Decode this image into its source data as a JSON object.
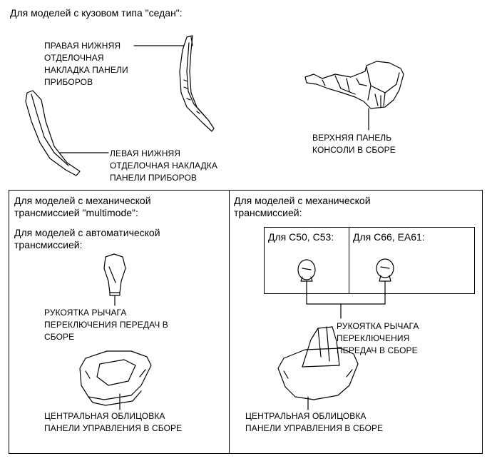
{
  "heading": "Для моделей с кузовом типа \"седан\":",
  "top": {
    "right_lower_trim": [
      "ПРАВАЯ НИЖНЯЯ",
      "ОТДЕЛОЧНАЯ",
      "НАКЛАДКА ПАНЕЛИ",
      "ПРИБОРОВ"
    ],
    "left_lower_trim": [
      "ЛЕВАЯ НИЖНЯЯ",
      "ОТДЕЛОЧНАЯ НАКЛАДКА",
      "ПАНЕЛИ ПРИБОРОВ"
    ],
    "upper_console": [
      "ВЕРХНЯЯ ПАНЕЛЬ",
      "КОНСОЛИ В СБОРЕ"
    ]
  },
  "left_panel": {
    "note1": [
      "Для моделей с механической",
      "трансмиссией \"multimode\":"
    ],
    "note2": [
      "Для моделей с автоматической",
      "трансмиссией:"
    ],
    "knob_label": [
      "РУКОЯТКА РЫЧАГА",
      "ПЕРЕКЛЮЧЕНИЯ ПЕРЕДАЧ В",
      "СБОРЕ"
    ],
    "bezel_label": [
      "ЦЕНТРАЛЬНАЯ ОБЛИЦОВКА",
      "ПАНЕЛИ УПРАВЛЕНИЯ В СБОРЕ"
    ]
  },
  "right_panel": {
    "note": [
      "Для моделей с механической",
      "трансмиссией:"
    ],
    "variant_a": "Для C50, C53:",
    "variant_b": "Для C66, EA61:",
    "knob_label": [
      "РУКОЯТКА РЫЧАГА",
      "ПЕРЕКЛЮЧЕНИЯ",
      "ПЕРЕДАЧ В СБОРЕ"
    ],
    "bezel_label": [
      "ЦЕНТРАЛЬНАЯ ОБЛИЦОВКА",
      "ПАНЕЛИ УПРАВЛЕНИЯ В СБОРЕ"
    ]
  }
}
